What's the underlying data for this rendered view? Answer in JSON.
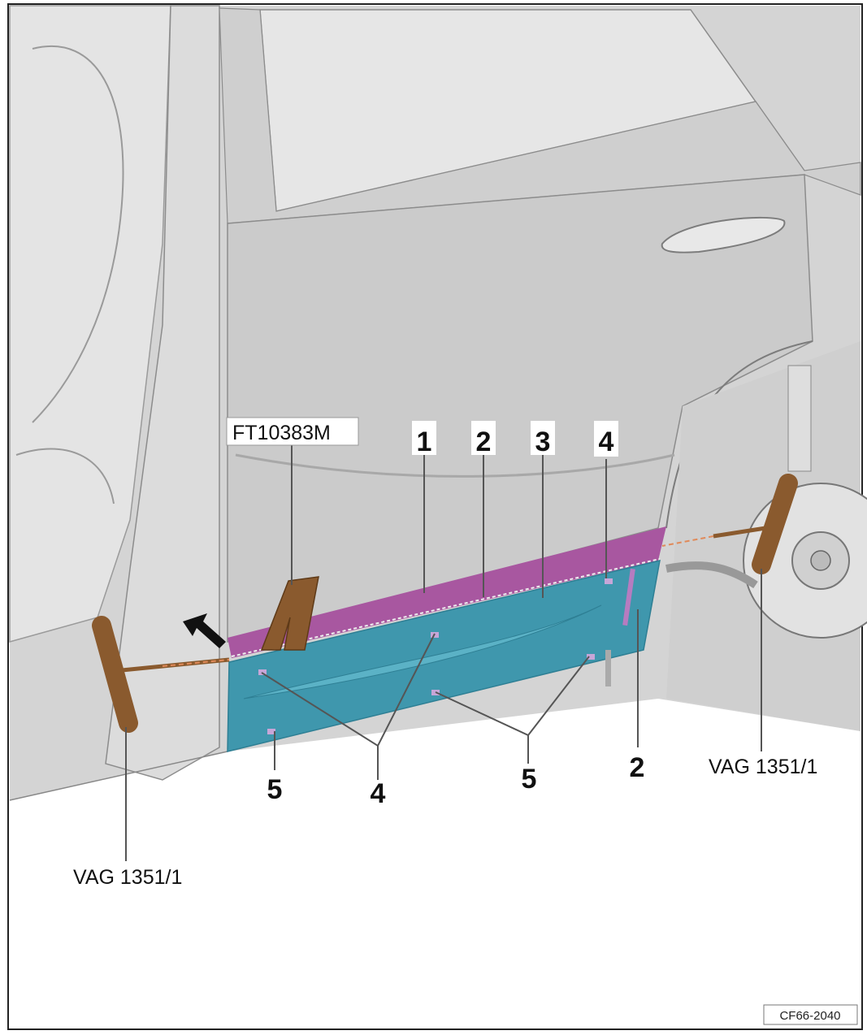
{
  "figure": {
    "figure_code": "CF66-2040",
    "colors": {
      "body_grey": "#d9d9d9",
      "panel_dark": "#c4c4c4",
      "adhesive_tape": "#a857a0",
      "trim_strip": "#3f97ad",
      "tool_brown": "#8a5a2e",
      "label_text": "#111111"
    },
    "tools": {
      "wedge": "FT10383M",
      "hot_air_left": "VAG 1351/1",
      "hot_air_right": "VAG 1351/1"
    },
    "callouts": {
      "top_1": "1",
      "top_2": "2",
      "top_3": "3",
      "top_4": "4",
      "bottom_5_left": "5",
      "bottom_4": "4",
      "bottom_5_right": "5",
      "bottom_2": "2"
    },
    "arrow": "arrow-icon"
  }
}
